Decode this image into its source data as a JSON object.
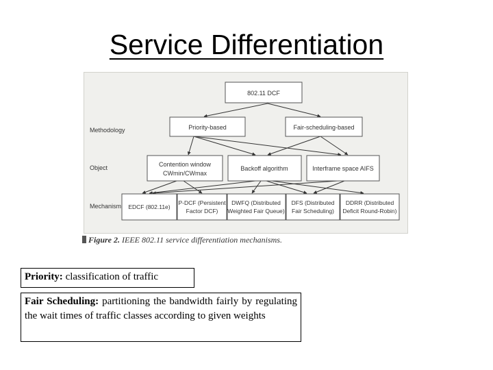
{
  "slide": {
    "title": "Service Differentiation"
  },
  "figure": {
    "row_labels": [
      "Methodology",
      "Object",
      "Mechanism"
    ],
    "root": "802.11 DCF",
    "methodology": [
      "Priority-based",
      "Fair-scheduling-based"
    ],
    "objects": {
      "contention_window_line1": "Contention window",
      "contention_window_line2": "CWmin/CWmax",
      "backoff": "Backoff algorithm",
      "ifs": "Interframe space AIFS"
    },
    "mechanisms": [
      {
        "line1": "EDCF (802.11e)",
        "line2": ""
      },
      {
        "line1": "P-DCF (Persistent",
        "line2": "Factor DCF)"
      },
      {
        "line1": "DWFQ (Distributed",
        "line2": "Weighted Fair Queue)"
      },
      {
        "line1": "DFS (Distributed",
        "line2": "Fair Scheduling)"
      },
      {
        "line1": "DDRR (Distributed",
        "line2": "Deficit Round-Robin)"
      }
    ],
    "caption_label": "Figure 2.",
    "caption_text": "IEEE 802.11 service differentiation mechanisms."
  },
  "notes": {
    "priority_term": "Priority:",
    "priority_text": "classification of traffic",
    "fair_term": "Fair Scheduling:",
    "fair_text": "partitioning the bandwidth fairly by regulating the wait times of traffic classes according to given weights"
  }
}
